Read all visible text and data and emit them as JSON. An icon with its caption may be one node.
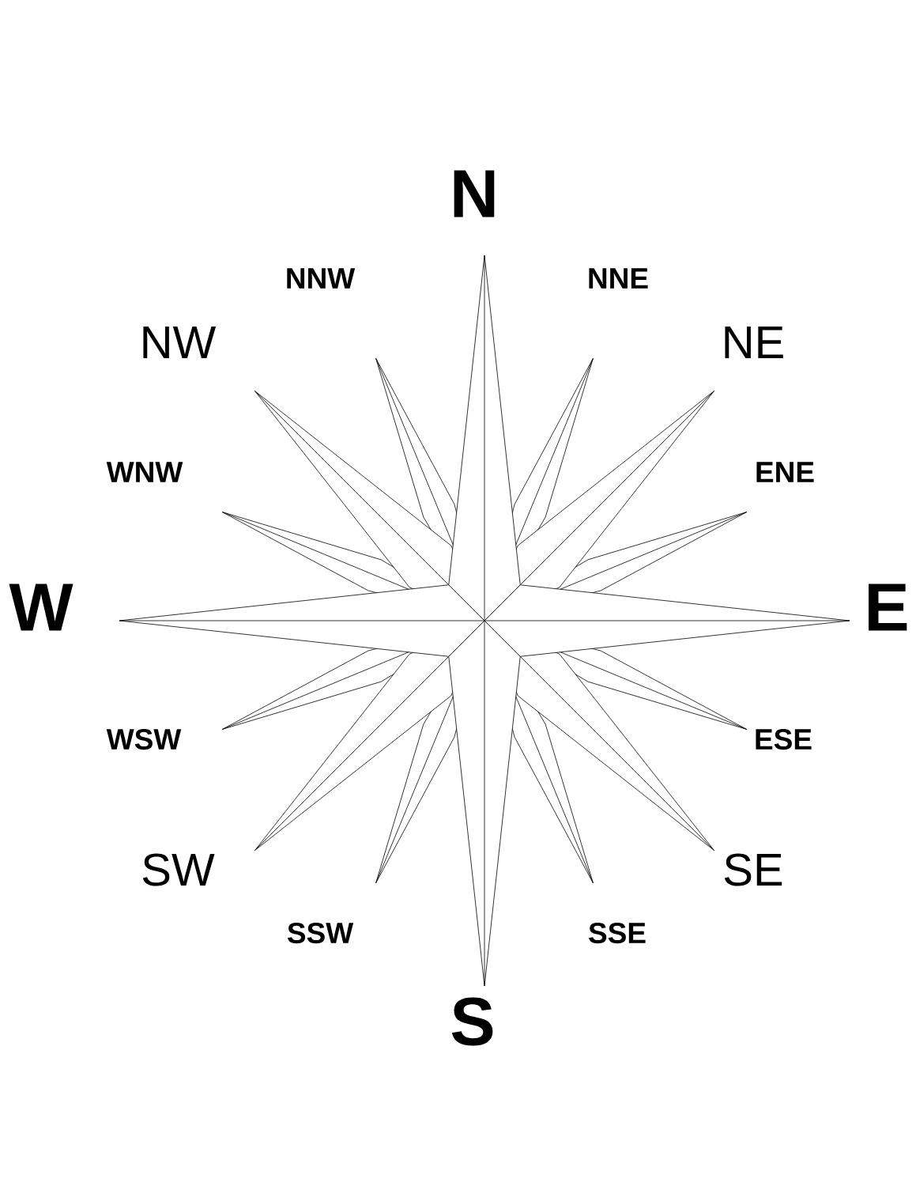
{
  "diagram": {
    "labels": [
      "N",
      "NNW",
      "NNE",
      "NW",
      "NE",
      "WNW",
      "ENE",
      "W",
      "E",
      "WSW",
      "ESE",
      "SW",
      "SE",
      "SSW",
      "SSE",
      "S"
    ]
  }
}
